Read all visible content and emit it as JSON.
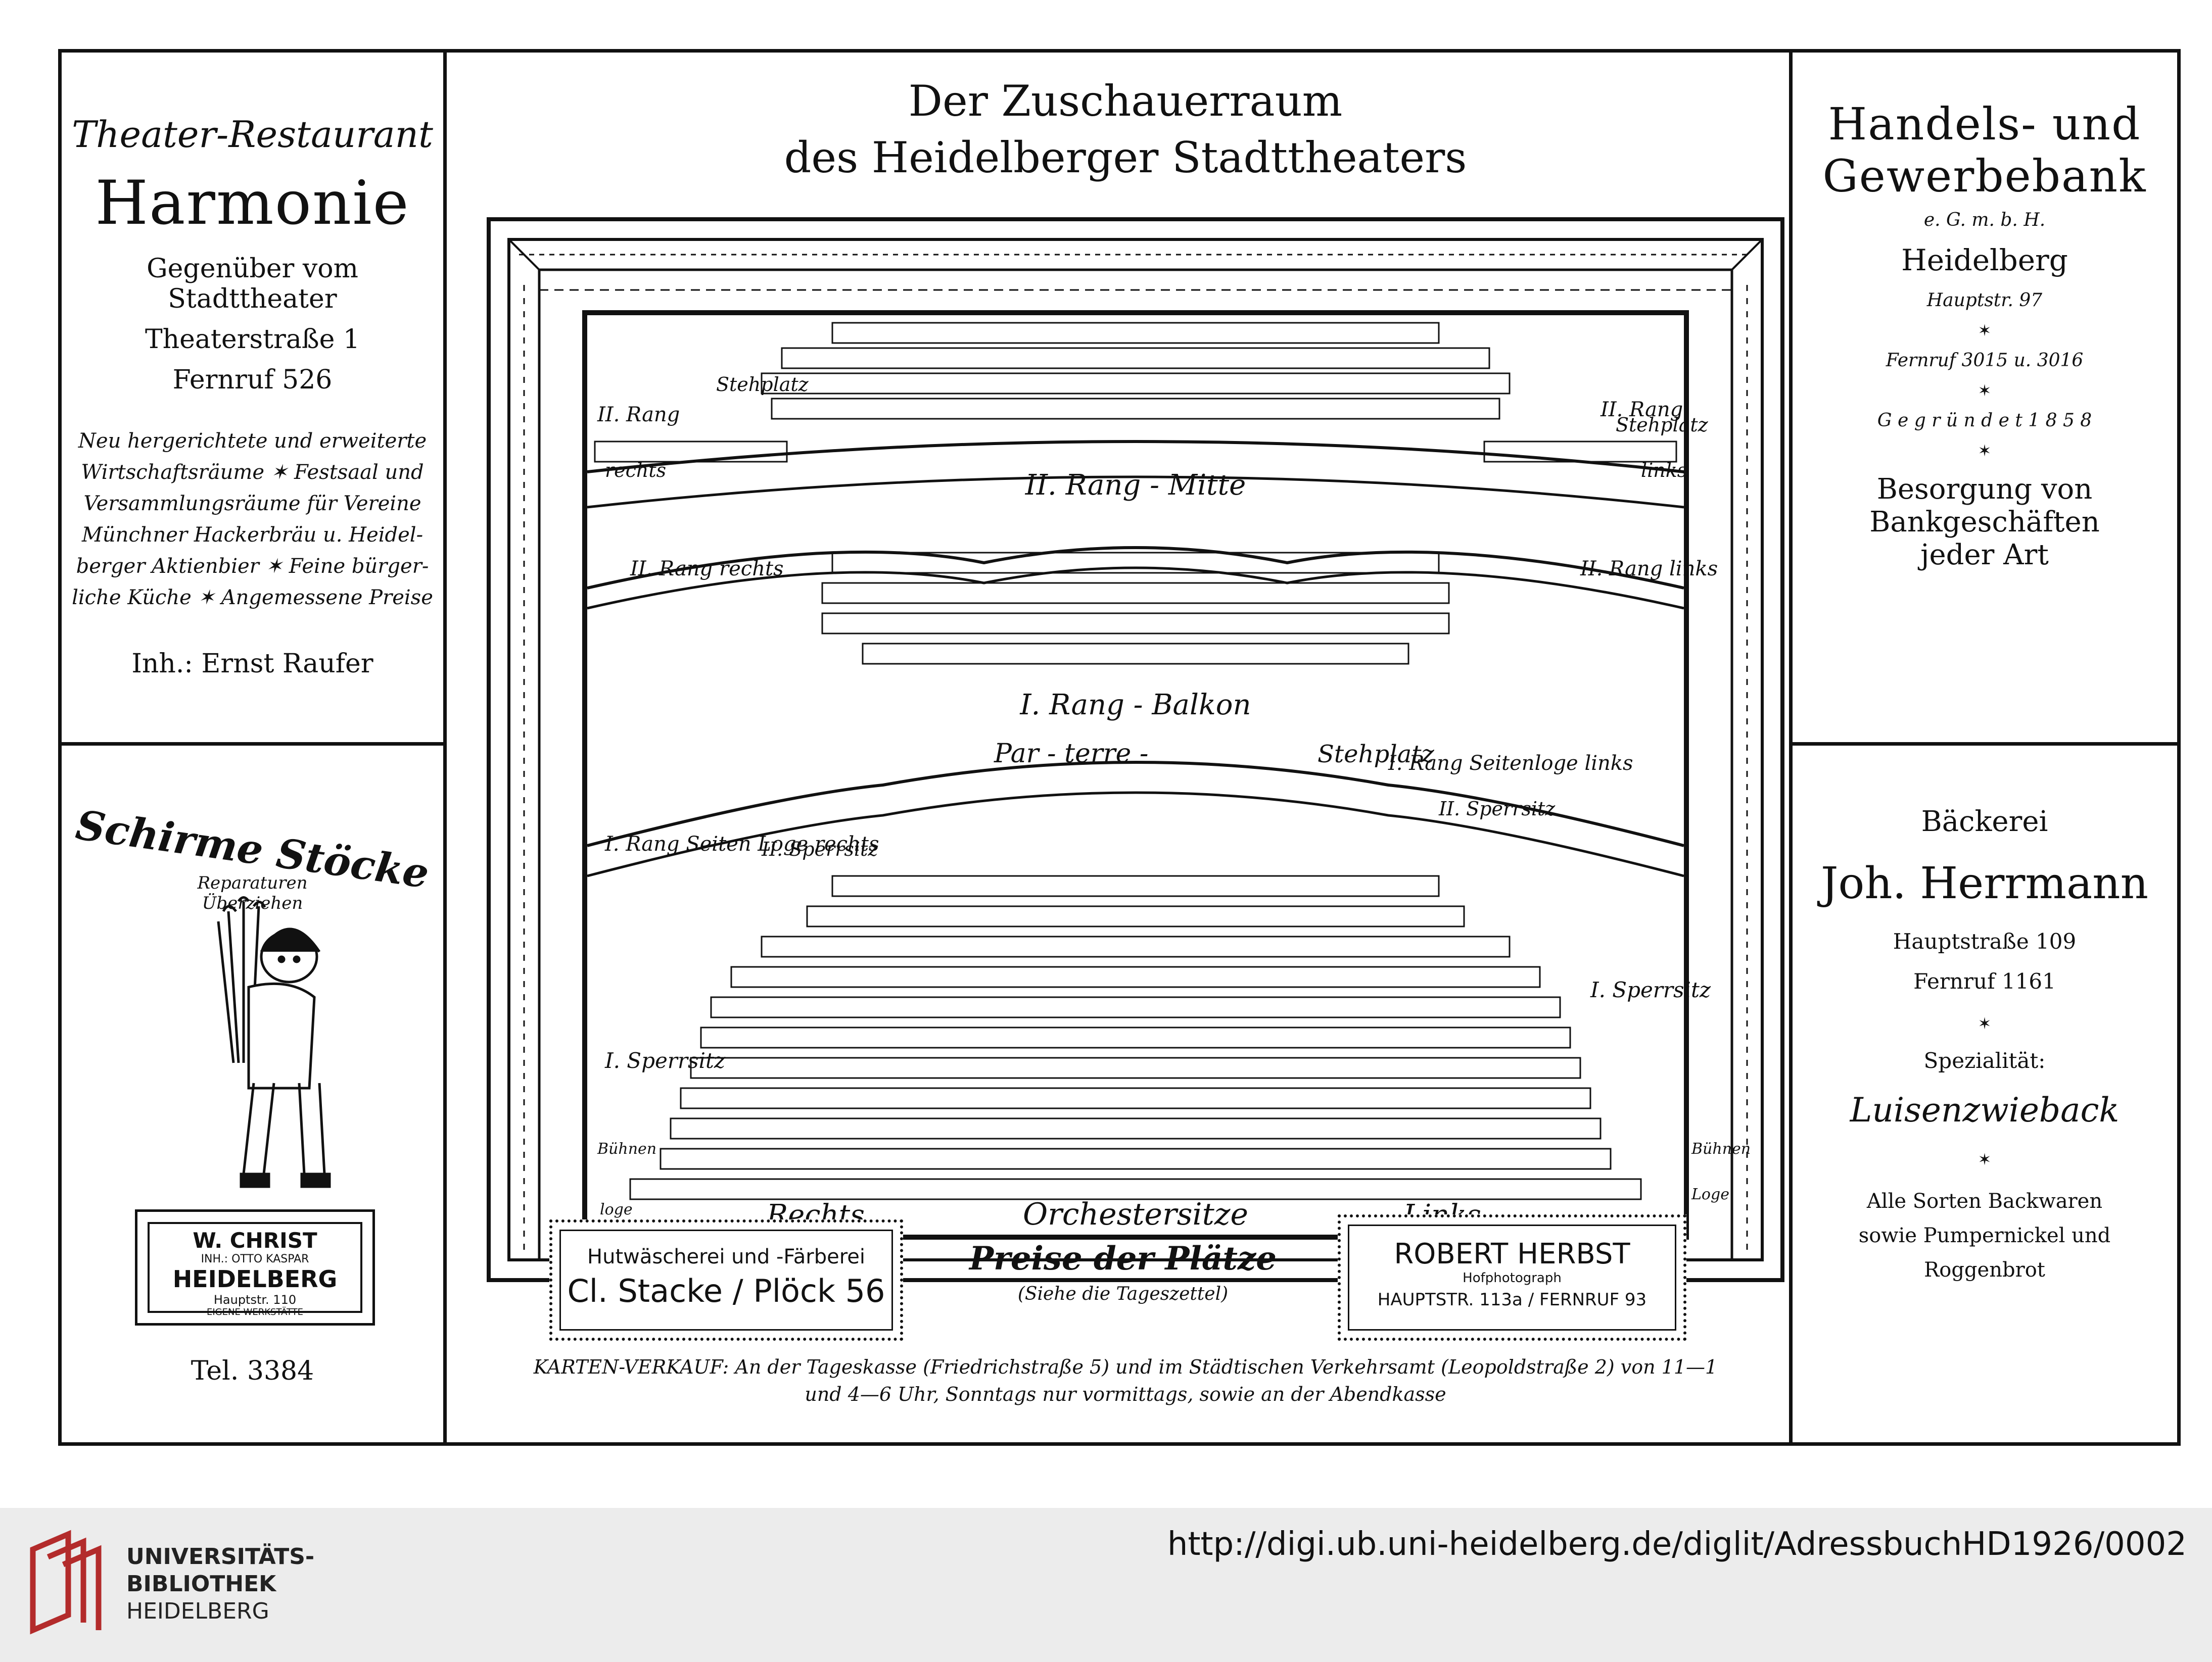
{
  "left_top": {
    "line1": "Theater-Restaurant",
    "name": "Harmonie",
    "line3": "Gegenüber vom Stadttheater",
    "line4": "Theaterstraße 1",
    "line5": "Fernruf 526",
    "desc": [
      "Neu hergerichtete und erweiterte",
      "Wirtschaftsräume ✶ Festsaal und",
      "Versammlungsräume für Vereine",
      "Münchner Hackerbräu u. Heidel-",
      "berger Aktienbier ✶ Feine bürger-",
      "liche Küche ✶ Angemessene Preise"
    ],
    "owner": "Inh.: Ernst Raufer"
  },
  "left_bottom": {
    "script1": "Schirme Stöcke",
    "script2": "Reparaturen",
    "script3": "Überziehen",
    "sign": [
      "W. CHRIST",
      "INH.: OTTO KASPAR",
      "HEIDELBERG",
      "Hauptstr. 110",
      "EIGENE WERKSTÄTTE"
    ],
    "tel": "Tel. 3384"
  },
  "center": {
    "title1": "Der Zuschauerraum",
    "title2": "des Heidelberger Stadttheaters",
    "labels": {
      "rang2_mitte": "II. Rang - Mitte",
      "rang2_rechts": "II. Rang rechts",
      "rang2_links": "II. Rang links",
      "rang2_r": "II. Rang",
      "rang2_l": "II. Rang",
      "rechts": "rechts",
      "links": "links",
      "stehplatz": "Stehplatz",
      "stehplatz2": "Stehplatz",
      "rang1_balkon": "I. Rang - Balkon",
      "rang1_seitenloge_rechts": "I. Rang Seiten Loge rechts",
      "rang1_seitenloge_links": "I. Rang Seitenloge links",
      "parterre": "Par - terre -",
      "stehplatz3": "Stehplatz",
      "sperrsitz2_r": "II. Sperrsitz",
      "sperrsitz2_l": "II. Sperrsitz",
      "sperrsitz1_r": "I. Sperrsitz",
      "sperrsitz1_l": "I. Sperrsitz",
      "buehnen_l": "Bühnen",
      "loge_l": "loge",
      "buehnen_r": "Bühnen",
      "loge_r": "Loge",
      "orch_rechts": "Rechts",
      "orch": "Orchestersitze",
      "orch_links": "Links"
    },
    "ad_left": [
      "Hutwäscherei und -Färberei",
      "Cl. Stacke / Plöck 56"
    ],
    "prices_title": "Preise der Plätze",
    "prices_sub": "(Siehe die Tageszettel)",
    "ad_right": [
      "ROBERT HERBST",
      "Hofphotograph",
      "HAUPTSTR. 113a / FERNRUF 93"
    ],
    "karten1": "KARTEN-VERKAUF: An der Tageskasse (Friedrichstraße 5) und im Städtischen Verkehrsamt (Leopoldstraße 2) von 11—1",
    "karten2": "und 4—6 Uhr, Sonntags nur vormittags, sowie an der Abendkasse"
  },
  "right_top": {
    "l1": "Handels- und",
    "l2": "Gewerbebank",
    "l3": "e. G. m. b. H.",
    "l4": "Heidelberg",
    "l5": "Hauptstr. 97",
    "l6": "Fernruf 3015 u. 3016",
    "l7": "G e g r ü n d e t  1 8 5 8",
    "l8": "Besorgung von",
    "l9": "Bankgeschäften",
    "l10": "jeder Art",
    "star": "✶"
  },
  "right_bottom": {
    "l1": "Bäckerei",
    "l2": "Joh. Herrmann",
    "l3": "Hauptstraße 109",
    "l4": "Fernruf 1161",
    "l5": "Spezialität:",
    "l6": "Luisenzwieback",
    "l7": "Alle Sorten Backwaren",
    "l8": "sowie Pumpernickel und",
    "l9": "Roggenbrot",
    "star": "✶"
  },
  "footer": {
    "logo": [
      "UNIVERSITÄTS-",
      "BIBLIOTHEK",
      "HEIDELBERG"
    ],
    "url": "http://digi.ub.uni-heidelberg.de/diglit/AdressbuchHD1926/0002"
  }
}
